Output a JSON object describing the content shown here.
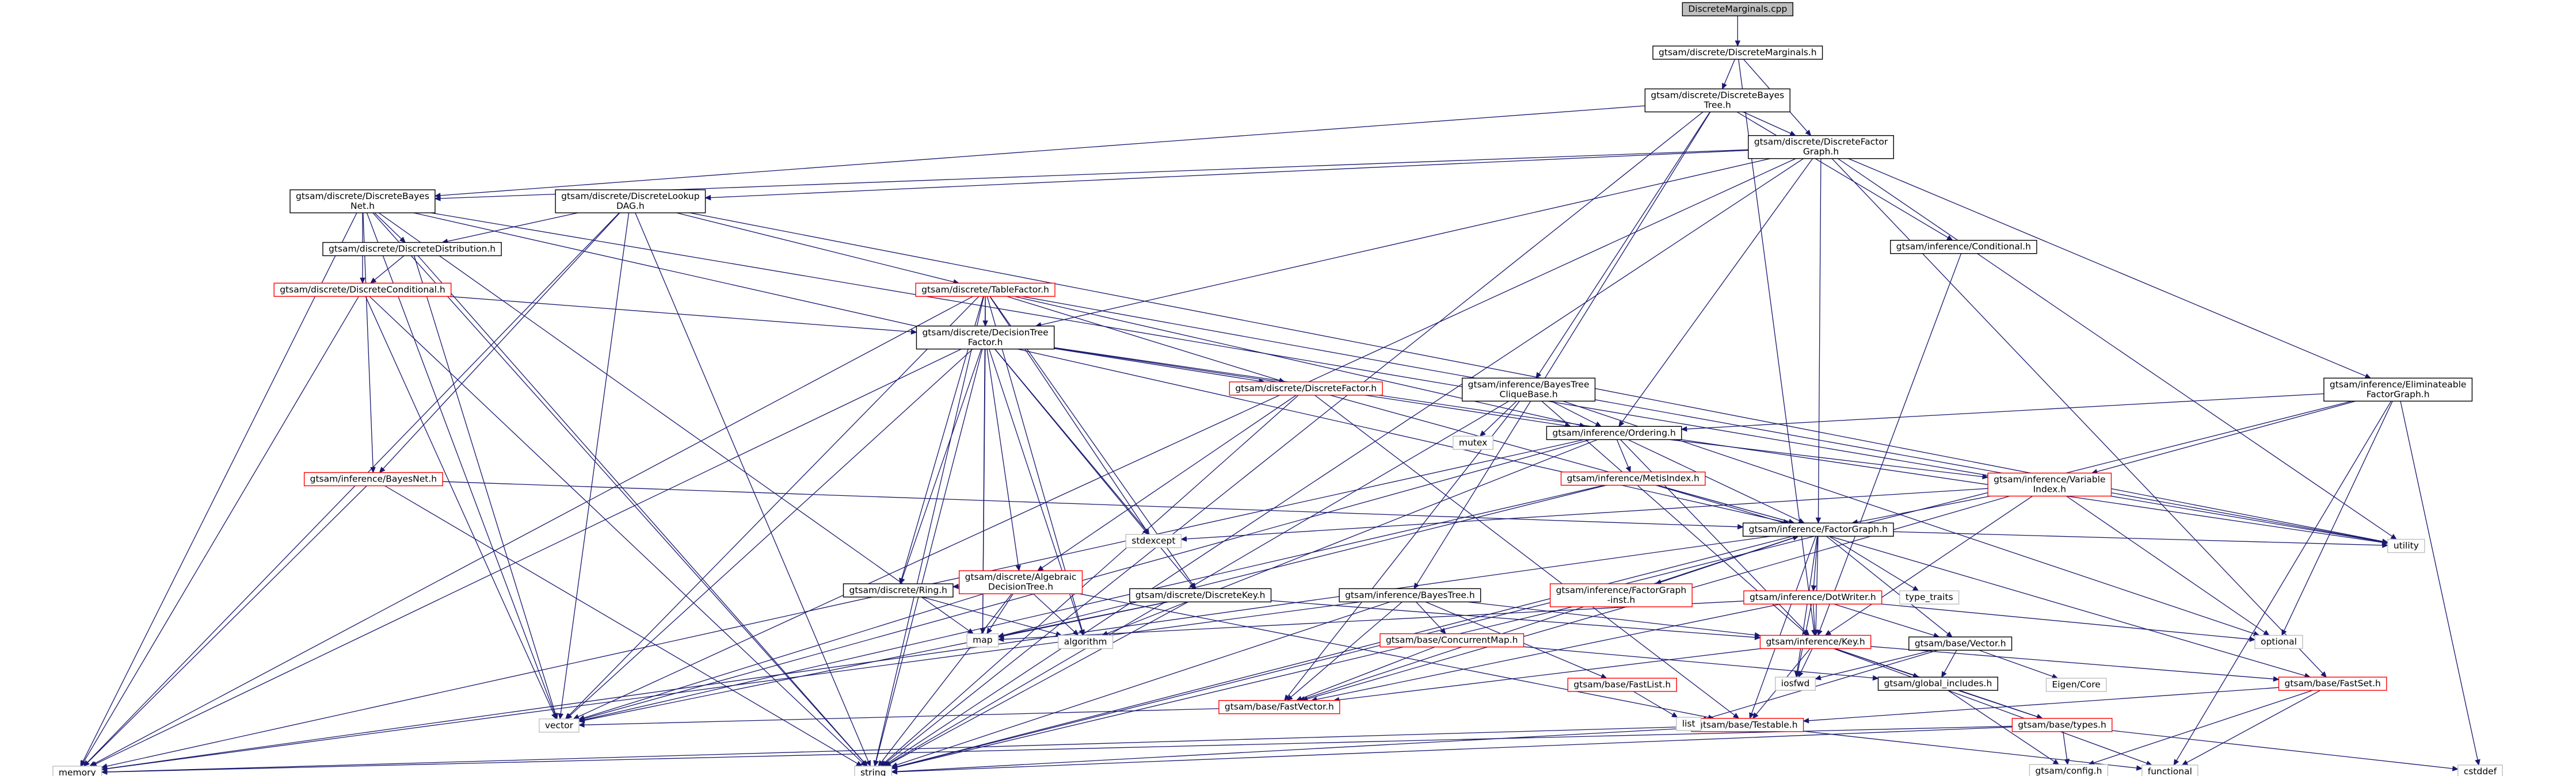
{
  "nodes": [
    {
      "id": "root",
      "lines": [
        "DiscreteMarginals.cpp"
      ],
      "style": "root"
    },
    {
      "id": "dmarg",
      "lines": [
        "gtsam/discrete/DiscreteMarginals.h"
      ],
      "style": "normal"
    },
    {
      "id": "dbtree",
      "lines": [
        "gtsam/discrete/DiscreteBayes",
        "Tree.h"
      ],
      "style": "normal"
    },
    {
      "id": "dfg",
      "lines": [
        "gtsam/discrete/DiscreteFactor",
        "Graph.h"
      ],
      "style": "normal"
    },
    {
      "id": "dbnet",
      "lines": [
        "gtsam/discrete/DiscreteBayes",
        "Net.h"
      ],
      "style": "normal"
    },
    {
      "id": "dlookup",
      "lines": [
        "gtsam/discrete/DiscreteLookup",
        "DAG.h"
      ],
      "style": "normal"
    },
    {
      "id": "icond",
      "lines": [
        "gtsam/inference/Conditional.h"
      ],
      "style": "normal"
    },
    {
      "id": "ielim",
      "lines": [
        "gtsam/inference/Eliminateable",
        "FactorGraph.h"
      ],
      "style": "normal"
    },
    {
      "id": "ddist",
      "lines": [
        "gtsam/discrete/DiscreteDistribution.h"
      ],
      "style": "normal"
    },
    {
      "id": "dcond",
      "lines": [
        "gtsam/discrete/DiscreteConditional.h"
      ],
      "style": "red"
    },
    {
      "id": "dtable",
      "lines": [
        "gtsam/discrete/TableFactor.h"
      ],
      "style": "red"
    },
    {
      "id": "ddt",
      "lines": [
        "gtsam/discrete/DecisionTree",
        "Factor.h"
      ],
      "style": "normal"
    },
    {
      "id": "dfactor",
      "lines": [
        "gtsam/discrete/DiscreteFactor.h"
      ],
      "style": "red"
    },
    {
      "id": "ibtc",
      "lines": [
        "gtsam/inference/BayesTree",
        "CliqueBase.h"
      ],
      "style": "normal"
    },
    {
      "id": "iorder",
      "lines": [
        "gtsam/inference/Ordering.h"
      ],
      "style": "normal"
    },
    {
      "id": "ivar",
      "lines": [
        "gtsam/inference/Variable",
        "Index.h"
      ],
      "style": "red"
    },
    {
      "id": "ibnet",
      "lines": [
        "gtsam/inference/BayesNet.h"
      ],
      "style": "red"
    },
    {
      "id": "imetis",
      "lines": [
        "gtsam/inference/MetisIndex.h"
      ],
      "style": "red"
    },
    {
      "id": "ifg",
      "lines": [
        "gtsam/inference/FactorGraph.h"
      ],
      "style": "normal"
    },
    {
      "id": "dalg",
      "lines": [
        "gtsam/discrete/Algebraic",
        "DecisionTree.h"
      ],
      "style": "red"
    },
    {
      "id": "ifginst",
      "lines": [
        "gtsam/inference/FactorGraph",
        "-inst.h"
      ],
      "style": "red"
    },
    {
      "id": "idot",
      "lines": [
        "gtsam/inference/DotWriter.h"
      ],
      "style": "red"
    },
    {
      "id": "dring",
      "lines": [
        "gtsam/discrete/Ring.h"
      ],
      "style": "normal"
    },
    {
      "id": "dkey",
      "lines": [
        "gtsam/discrete/DiscreteKey.h"
      ],
      "style": "normal"
    },
    {
      "id": "ibtree",
      "lines": [
        "gtsam/inference/BayesTree.h"
      ],
      "style": "normal"
    },
    {
      "id": "bcmap",
      "lines": [
        "gtsam/base/ConcurrentMap.h"
      ],
      "style": "red"
    },
    {
      "id": "ikey",
      "lines": [
        "gtsam/inference/Key.h"
      ],
      "style": "red"
    },
    {
      "id": "bvector",
      "lines": [
        "gtsam/base/Vector.h"
      ],
      "style": "normal"
    },
    {
      "id": "bfastset",
      "lines": [
        "gtsam/base/FastSet.h"
      ],
      "style": "red"
    },
    {
      "id": "bfastlist",
      "lines": [
        "gtsam/base/FastList.h"
      ],
      "style": "red"
    },
    {
      "id": "bfastvec",
      "lines": [
        "gtsam/base/FastVector.h"
      ],
      "style": "red"
    },
    {
      "id": "gincl",
      "lines": [
        "gtsam/global_includes.h"
      ],
      "style": "normal"
    },
    {
      "id": "btestable",
      "lines": [
        "gtsam/base/Testable.h"
      ],
      "style": "red"
    },
    {
      "id": "btypes",
      "lines": [
        "gtsam/base/types.h"
      ],
      "style": "red"
    },
    {
      "id": "gconfig",
      "lines": [
        "gtsam/config.h"
      ],
      "style": "gray"
    },
    {
      "id": "s_mutex",
      "lines": [
        "mutex"
      ],
      "style": "gray"
    },
    {
      "id": "s_stdexcept",
      "lines": [
        "stdexcept"
      ],
      "style": "gray"
    },
    {
      "id": "s_typetraits",
      "lines": [
        "type_traits"
      ],
      "style": "gray"
    },
    {
      "id": "s_algorithm",
      "lines": [
        "algorithm"
      ],
      "style": "gray"
    },
    {
      "id": "s_map",
      "lines": [
        "map"
      ],
      "style": "gray"
    },
    {
      "id": "s_iosfwd",
      "lines": [
        "iosfwd"
      ],
      "style": "gray"
    },
    {
      "id": "s_vector",
      "lines": [
        "vector"
      ],
      "style": "gray"
    },
    {
      "id": "s_list",
      "lines": [
        "list"
      ],
      "style": "gray"
    },
    {
      "id": "s_memory",
      "lines": [
        "memory"
      ],
      "style": "gray"
    },
    {
      "id": "s_string",
      "lines": [
        "string"
      ],
      "style": "gray"
    },
    {
      "id": "s_utility",
      "lines": [
        "utility"
      ],
      "style": "gray"
    },
    {
      "id": "s_optional",
      "lines": [
        "optional"
      ],
      "style": "gray"
    },
    {
      "id": "s_eigen",
      "lines": [
        "Eigen/Core"
      ],
      "style": "gray"
    },
    {
      "id": "s_functional",
      "lines": [
        "functional"
      ],
      "style": "gray"
    },
    {
      "id": "s_cstddef",
      "lines": [
        "cstddef"
      ],
      "style": "gray"
    }
  ],
  "edges": [
    [
      "root",
      "dmarg"
    ],
    [
      "dmarg",
      "dbtree"
    ],
    [
      "dmarg",
      "dfg"
    ],
    [
      "dmarg",
      "ikey"
    ],
    [
      "dbtree",
      "dfg"
    ],
    [
      "dbtree",
      "dbnet"
    ],
    [
      "dbtree",
      "icond"
    ],
    [
      "dbtree",
      "ibtc"
    ],
    [
      "dbtree",
      "ibtree"
    ],
    [
      "dbtree",
      "s_string"
    ],
    [
      "dfg",
      "dbnet"
    ],
    [
      "dfg",
      "dlookup"
    ],
    [
      "dfg",
      "ddt"
    ],
    [
      "dfg",
      "ifg"
    ],
    [
      "dfg",
      "ielim"
    ],
    [
      "dfg",
      "iorder"
    ],
    [
      "dfg",
      "bfastset"
    ],
    [
      "dfg",
      "s_string"
    ],
    [
      "dfg",
      "s_vector"
    ],
    [
      "dfg",
      "s_utility"
    ],
    [
      "dbnet",
      "ddist"
    ],
    [
      "dbnet",
      "dcond"
    ],
    [
      "dbnet",
      "ibnet"
    ],
    [
      "dbnet",
      "s_map"
    ],
    [
      "dbnet",
      "s_memory"
    ],
    [
      "dbnet",
      "s_string"
    ],
    [
      "dbnet",
      "s_utility"
    ],
    [
      "dbnet",
      "s_vector"
    ],
    [
      "dbnet",
      "ifg"
    ],
    [
      "dlookup",
      "ddist"
    ],
    [
      "dlookup",
      "dtable"
    ],
    [
      "dlookup",
      "ibnet"
    ],
    [
      "dlookup",
      "s_string"
    ],
    [
      "dlookup",
      "s_utility"
    ],
    [
      "dlookup",
      "s_vector"
    ],
    [
      "dlookup",
      "s_memory"
    ],
    [
      "icond",
      "ikey"
    ],
    [
      "ielim",
      "ivar"
    ],
    [
      "ielim",
      "iorder"
    ],
    [
      "ielim",
      "s_cstddef"
    ],
    [
      "ielim",
      "s_functional"
    ],
    [
      "ielim",
      "s_optional"
    ],
    [
      "ielim",
      "s_string"
    ],
    [
      "ddist",
      "dcond"
    ],
    [
      "ddist",
      "s_string"
    ],
    [
      "ddist",
      "s_vector"
    ],
    [
      "dcond",
      "ddt"
    ],
    [
      "dcond",
      "s_memory"
    ],
    [
      "dcond",
      "s_string"
    ],
    [
      "dcond",
      "s_vector"
    ],
    [
      "dtable",
      "ddt"
    ],
    [
      "dtable",
      "dfactor"
    ],
    [
      "dtable",
      "dkey"
    ],
    [
      "dtable",
      "dring"
    ],
    [
      "dtable",
      "iorder"
    ],
    [
      "dtable",
      "s_algorithm"
    ],
    [
      "dtable",
      "s_map"
    ],
    [
      "dtable",
      "s_memory"
    ],
    [
      "dtable",
      "s_stdexcept"
    ],
    [
      "dtable",
      "s_string"
    ],
    [
      "dtable",
      "s_utility"
    ],
    [
      "dtable",
      "s_vector"
    ],
    [
      "ddt",
      "dalg"
    ],
    [
      "ddt",
      "dfactor"
    ],
    [
      "ddt",
      "dkey"
    ],
    [
      "ddt",
      "dring"
    ],
    [
      "ddt",
      "iorder"
    ],
    [
      "ddt",
      "s_algorithm"
    ],
    [
      "ddt",
      "s_map"
    ],
    [
      "ddt",
      "s_stdexcept"
    ],
    [
      "ddt",
      "s_string"
    ],
    [
      "ddt",
      "s_utility"
    ],
    [
      "ddt",
      "s_vector"
    ],
    [
      "ddt",
      "s_memory"
    ],
    [
      "dfactor",
      "dalg"
    ],
    [
      "dfactor",
      "ifg"
    ],
    [
      "dfactor",
      "s_string"
    ],
    [
      "dfactor",
      "btestable"
    ],
    [
      "ibtc",
      "iorder"
    ],
    [
      "ibtc",
      "s_mutex"
    ],
    [
      "ibtc",
      "bfastvec"
    ],
    [
      "ibtc",
      "ikey"
    ],
    [
      "ibtc",
      "s_optional"
    ],
    [
      "ibtc",
      "s_string"
    ],
    [
      "iorder",
      "imetis"
    ],
    [
      "iorder",
      "ivar"
    ],
    [
      "iorder",
      "ifg"
    ],
    [
      "iorder",
      "ikey"
    ],
    [
      "iorder",
      "s_algorithm"
    ],
    [
      "iorder",
      "s_vector"
    ],
    [
      "iorder",
      "s_memory"
    ],
    [
      "ivar",
      "ifg"
    ],
    [
      "ivar",
      "ikey"
    ],
    [
      "ivar",
      "bfastvec"
    ],
    [
      "ivar",
      "s_stdexcept"
    ],
    [
      "ivar",
      "s_optional"
    ],
    [
      "ibnet",
      "ifg"
    ],
    [
      "ibnet",
      "s_string"
    ],
    [
      "ibnet",
      "s_memory"
    ],
    [
      "imetis",
      "ifg"
    ],
    [
      "imetis",
      "bfastset"
    ],
    [
      "imetis",
      "s_map"
    ],
    [
      "imetis",
      "s_vector"
    ],
    [
      "ifg",
      "ifginst"
    ],
    [
      "ifg",
      "idot"
    ],
    [
      "ifg",
      "ikey"
    ],
    [
      "ifg",
      "bvector"
    ],
    [
      "ifg",
      "bfastvec"
    ],
    [
      "ifg",
      "btestable"
    ],
    [
      "ifg",
      "s_typetraits"
    ],
    [
      "ifg",
      "s_utility"
    ],
    [
      "ifg",
      "s_iosfwd"
    ],
    [
      "ifg",
      "s_string"
    ],
    [
      "ifg",
      "s_memory"
    ],
    [
      "dalg",
      "dring"
    ],
    [
      "dalg",
      "s_algorithm"
    ],
    [
      "dalg",
      "s_map"
    ],
    [
      "dalg",
      "s_string"
    ],
    [
      "dalg",
      "s_vector"
    ],
    [
      "dalg",
      "btestable"
    ],
    [
      "ifginst",
      "ifg"
    ],
    [
      "ifginst",
      "s_string"
    ],
    [
      "idot",
      "ikey"
    ],
    [
      "idot",
      "bvector"
    ],
    [
      "idot",
      "s_iosfwd"
    ],
    [
      "idot",
      "s_map"
    ],
    [
      "idot",
      "s_optional"
    ],
    [
      "idot",
      "bfastvec"
    ],
    [
      "dring",
      "s_algorithm"
    ],
    [
      "dkey",
      "ikey"
    ],
    [
      "dkey",
      "s_map"
    ],
    [
      "dkey",
      "s_string"
    ],
    [
      "dkey",
      "s_vector"
    ],
    [
      "ibtree",
      "bcmap"
    ],
    [
      "ibtree",
      "bfastlist"
    ],
    [
      "ibtree",
      "bfastvec"
    ],
    [
      "ibtree",
      "s_string"
    ],
    [
      "ibtree",
      "s_memory"
    ],
    [
      "ibtree",
      "ikey"
    ],
    [
      "bcmap",
      "gincl"
    ],
    [
      "bcmap",
      "bfastvec"
    ],
    [
      "ikey",
      "bfastset"
    ],
    [
      "ikey",
      "bfastvec"
    ],
    [
      "ikey",
      "gincl"
    ],
    [
      "ikey",
      "btypes"
    ],
    [
      "ikey",
      "btestable"
    ],
    [
      "ikey",
      "s_functional"
    ],
    [
      "ikey",
      "s_iosfwd"
    ],
    [
      "bvector",
      "gincl"
    ],
    [
      "bvector",
      "s_eigen"
    ],
    [
      "bvector",
      "s_iosfwd"
    ],
    [
      "bvector",
      "s_list"
    ],
    [
      "bfastset",
      "btestable"
    ],
    [
      "bfastset",
      "s_functional"
    ],
    [
      "bfastset",
      "gconfig"
    ],
    [
      "bfastlist",
      "s_list"
    ],
    [
      "bfastvec",
      "s_vector"
    ],
    [
      "gincl",
      "btypes"
    ],
    [
      "gincl",
      "gconfig"
    ],
    [
      "btestable",
      "s_functional"
    ],
    [
      "btestable",
      "s_memory"
    ],
    [
      "btestable",
      "s_string"
    ],
    [
      "btypes",
      "gconfig"
    ],
    [
      "btypes",
      "s_cstddef"
    ],
    [
      "btypes",
      "s_string"
    ],
    [
      "btypes",
      "s_memory"
    ]
  ]
}
